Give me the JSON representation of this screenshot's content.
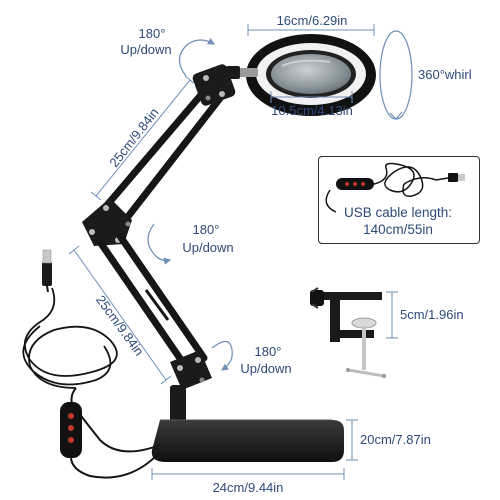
{
  "labels": {
    "rotate_top_angle": "180°",
    "rotate_top_dir": "Up/down",
    "rotate_mid_angle": "180°",
    "rotate_mid_dir": "Up/down",
    "rotate_low_angle": "180°",
    "rotate_low_dir": "Up/down",
    "whirl": "360°whirl",
    "lens_outer": "16cm/6.29in",
    "lens_inner": "10.5cm/4.13in",
    "arm_upper": "25cm/9.84in",
    "arm_lower": "25cm/9.84in",
    "usb_cable_line1": "USB cable length:",
    "usb_cable_line2": "140cm/55in",
    "clamp_size": "5cm/1.96in",
    "base_depth": "20cm/7.87in",
    "base_width": "24cm/9.44in"
  },
  "colors": {
    "label_text": "#2e4a78",
    "dim_line": "#6f8fb8",
    "lamp_body": "#1a1a1a",
    "lens_glass": "#9aa6ad",
    "led_ring": "#f4f4f4"
  }
}
